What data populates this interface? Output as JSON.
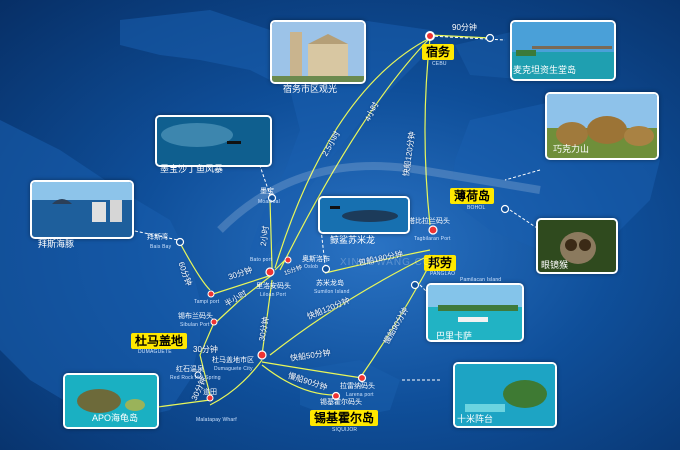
{
  "cities": {
    "cebu": {
      "name": "宿务",
      "sub": "CEBU"
    },
    "bohol": {
      "name": "薄荷岛",
      "sub": "BOHOL"
    },
    "panglao": {
      "name": "邦劳",
      "sub": "PANGLAO"
    },
    "dumaguete": {
      "name": "杜马盖地",
      "sub": "DUMAGUETE"
    },
    "siquijor": {
      "name": "锡基霍尔岛",
      "sub": "SIQUIJOR"
    }
  },
  "attractions": {
    "cebu_city": "宿务市区观光",
    "mactan": "麦克坦资生堂岛",
    "chocolate_hills": "巧克力山",
    "tarsier": "眼镜猴",
    "pamilacan": "巴里卡萨",
    "moalboal": "墨宝沙丁鱼风暴",
    "whale_shark": "鲸鲨苏米龙",
    "dolphins": "拜斯海豚",
    "apo": "APO海龟岛",
    "island_bottom": "十米阵台"
  },
  "ports": {
    "tagbilaran": {
      "name": "塔比拉兰码头",
      "sub": "Tagbilaran Port"
    },
    "moalboal": {
      "name": "墨宝",
      "sub": "Moalboal"
    },
    "oslob": {
      "name": "奥斯洛布",
      "sub": "Oslob"
    },
    "bato": {
      "name": "",
      "sub": "Bato port"
    },
    "sumilon": {
      "name": "苏米龙岛",
      "sub": "Sumilon Island"
    },
    "liloan": {
      "name": "里洛安码头",
      "sub": "Liloan Port"
    },
    "bais": {
      "name": "拜斯湾",
      "sub": "Bais Bay"
    },
    "tampi": {
      "name": "",
      "sub": "Tampi port"
    },
    "sibulan": {
      "name": "锡布兰码头",
      "sub": "Sibulan Port"
    },
    "dumaguete_city": {
      "name": "杜马盖地市区",
      "sub": "Dumaguete City"
    },
    "red_rock": {
      "name": "红石温泉",
      "sub": "Red Rock Hot Spring"
    },
    "zamboanguita": {
      "name": "道田",
      "sub": "Malatapay Wharf"
    },
    "larena": {
      "name": "拉雷纳码头",
      "sub": "Larena port"
    },
    "siquijor_port": {
      "name": "锡基霍尔码头",
      "sub": ""
    },
    "pamilacan": {
      "name": "",
      "sub": "Pamilacan Island"
    }
  },
  "routes": {
    "cebu_mactan": "90分钟",
    "cebu_bato_25h": "2.5小时",
    "cebu_4h": "4小时",
    "cebu_tag": "快船120分钟",
    "moalboal_2h": "2小时",
    "oslob_bato": "15分钟",
    "sumilon_bohol": "包船180分钟",
    "bais_tampi": "60分钟",
    "tampi_liloan": "30分钟",
    "sibulan_dumaguete": "半小时",
    "dumaguete_30": "30分钟",
    "dumaguete_apo": "30分钟",
    "apo_30": "30分钟",
    "dumaguete_tag": "快船120分钟",
    "dumaguete_larena": "快船50分钟",
    "dumaguete_siquijor": "慢船90分钟",
    "larena_tag": "慢船90分钟"
  },
  "watermark": "XINAOWANG.COM"
}
